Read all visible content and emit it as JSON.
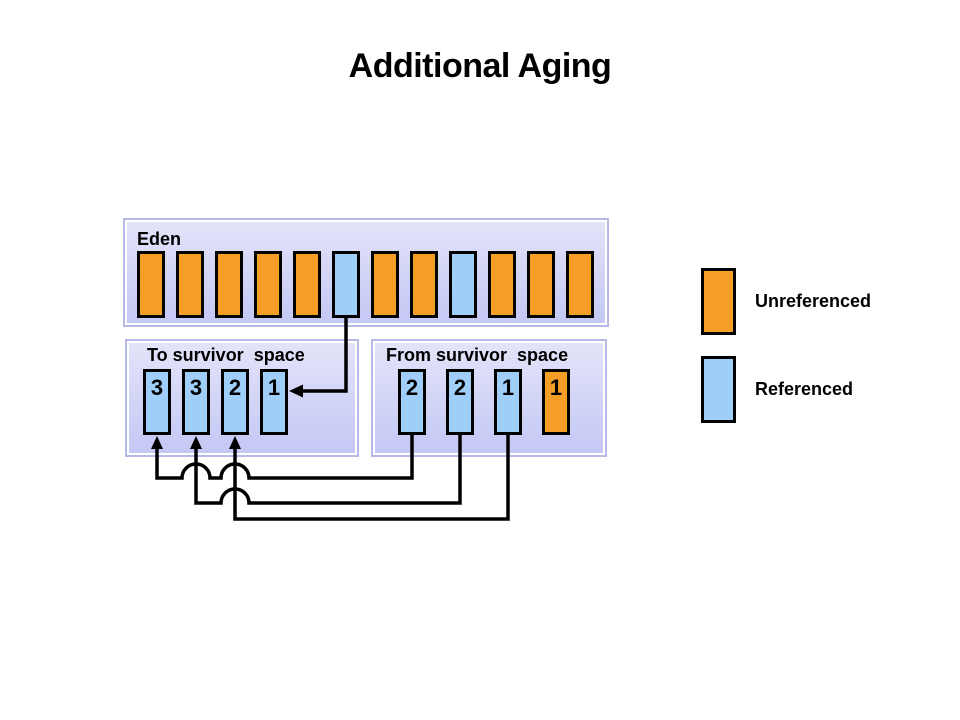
{
  "title": "Additional Aging",
  "colors": {
    "unreferenced": "#F49E26",
    "referenced": "#9FCFF8",
    "panel_gradient_top": "#E3E3F9",
    "panel_gradient_bottom": "#C4C8F4",
    "panel_border_outer": "#B7BAE7",
    "panel_border_inner": "#FFFFFF",
    "cell_border": "#000000",
    "connector": "#000000",
    "text": "#000000",
    "background": "#FFFFFF"
  },
  "panels": {
    "eden": {
      "label": "Eden",
      "cells": [
        {
          "type": "unreferenced"
        },
        {
          "type": "unreferenced"
        },
        {
          "type": "unreferenced"
        },
        {
          "type": "unreferenced"
        },
        {
          "type": "unreferenced"
        },
        {
          "type": "referenced"
        },
        {
          "type": "unreferenced"
        },
        {
          "type": "unreferenced"
        },
        {
          "type": "referenced"
        },
        {
          "type": "unreferenced"
        },
        {
          "type": "unreferenced"
        },
        {
          "type": "unreferenced"
        }
      ]
    },
    "to_survivor": {
      "label": "To survivor  space",
      "cells": [
        {
          "type": "referenced",
          "age": "3"
        },
        {
          "type": "referenced",
          "age": "3"
        },
        {
          "type": "referenced",
          "age": "2"
        },
        {
          "type": "referenced",
          "age": "1"
        }
      ]
    },
    "from_survivor": {
      "label": "From survivor  space",
      "cells": [
        {
          "type": "referenced",
          "age": "2"
        },
        {
          "type": "referenced",
          "age": "2"
        },
        {
          "type": "referenced",
          "age": "1"
        },
        {
          "type": "unreferenced",
          "age": "1"
        }
      ]
    }
  },
  "legend": {
    "items": [
      {
        "type": "unreferenced",
        "label": "Unreferenced"
      },
      {
        "type": "referenced",
        "label": "Referenced"
      }
    ]
  }
}
